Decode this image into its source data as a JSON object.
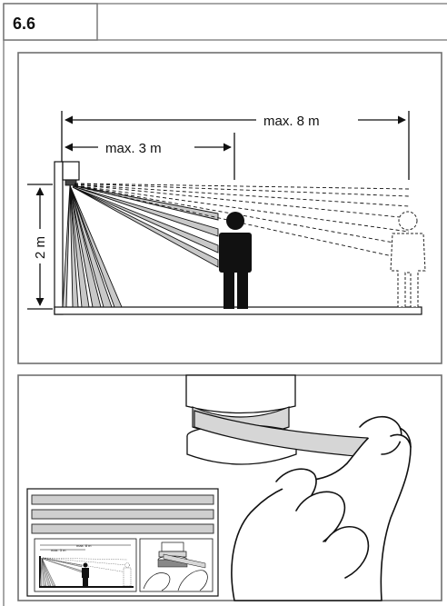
{
  "figure": {
    "label": "6.6"
  },
  "diagram": {
    "range_far_label": "max. 8 m",
    "range_near_label": "max. 3 m",
    "height_label": "2 m"
  },
  "inset": {
    "mini_range_far_label": "max. 8 m",
    "mini_range_near_label": "max. 3 m"
  }
}
